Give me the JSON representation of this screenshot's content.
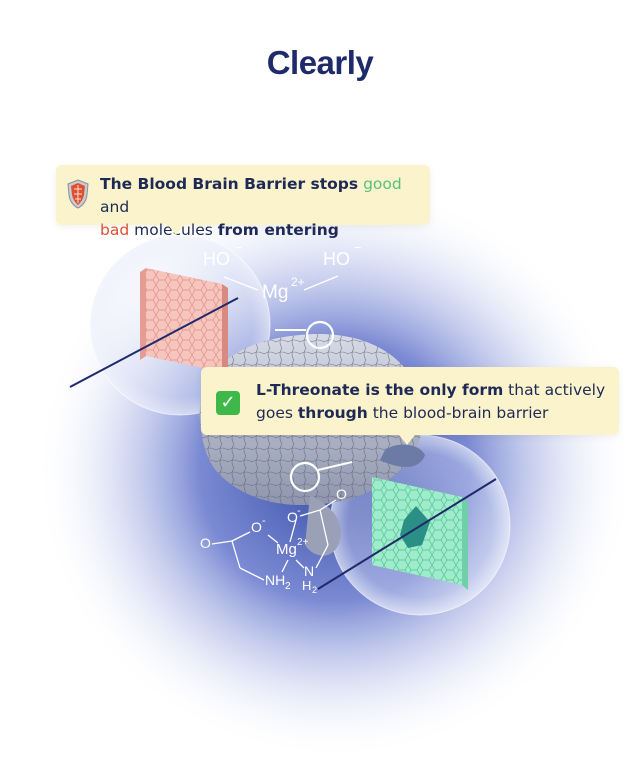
{
  "brand": {
    "logo_text": "Clearly"
  },
  "callout_barrier": {
    "part1": "The Blood Brain Barrier stops",
    "good_word": "good",
    "part2": " and",
    "bad_word": "bad",
    "part3": " molecules ",
    "part4": "from entering"
  },
  "callout_threonate": {
    "part1": "L-Threonate is the only form",
    "part2": " that actively goes ",
    "part3": "through",
    "part4": " the blood-brain barrier"
  },
  "molecule_top": {
    "hydroxide_left": "HO",
    "hydroxide_right": "HO",
    "charge_minus": "−",
    "magnesium": "Mg",
    "mg_charge": "2+"
  },
  "molecule_bottom": {
    "oxygen_left": "O",
    "oxygen_minus_left": "O",
    "oxygen_minus_right": "O",
    "oxygen_right": "O",
    "minus": "-",
    "magnesium": "Mg",
    "mg_charge": "2+",
    "amine_left": "NH",
    "amine_right_n": "N",
    "amine_right_h": "H",
    "subscript_2": "2"
  },
  "colors": {
    "brand": "#1f2a6b",
    "callout_bg": "#fbf3cc",
    "good": "#58c27a",
    "bad": "#e0502f",
    "blocked_panel": "#f4b7ae",
    "pass_panel": "#8fe3c2"
  },
  "icons": {
    "barrier_icon": "shield-icon",
    "approve_icon": "check-icon"
  }
}
